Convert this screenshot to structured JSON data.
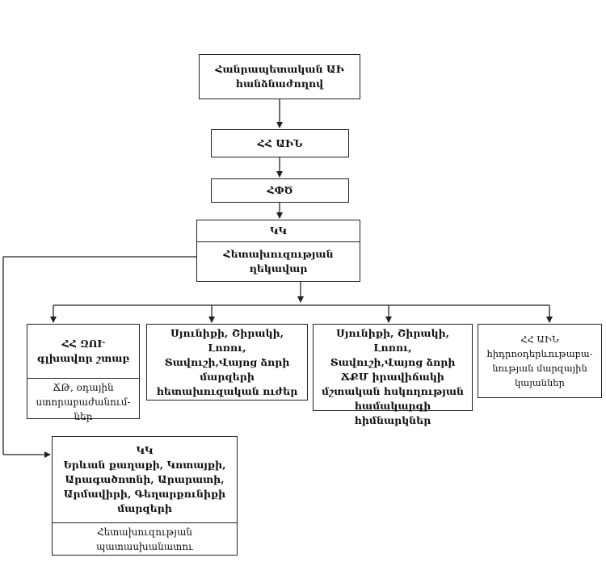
{
  "nodes": {
    "top": "Հանրապետական ԱԻ\nհանձնաժողով",
    "hh_ain": "ՀՀ ԱԻՆ",
    "hpt": "ՀՓԾ",
    "kk_header": "ԿԿ",
    "kk_leader": "Հետախուզության\nղեկավար",
    "hh_zui_title": "ՀՀ ԶՈՒ\nգլխավոր շտաբ",
    "hh_zui_sub": "ՃԹ, օդային\nստորաբաժանում-\nներ",
    "regions_recon": "Սյունիքի, Շիրակի, Լոռու,\nՏավուշի,Վայոց ձորի\nմարզերի\nհետախուզական ուժեր",
    "regions_seismic": "Սյունիքի, Շիրակի, Լոռու,\nՏավուշի,Վայոց ձորի\nՃՔՄ իրավիճակի\nմշտական հսկողության\nհամակարգի հիմնարկներ",
    "hh_ain_reg": "ՀՀ ԱԻՆ\nհիդրոօդերևութաբա-\nնության մարզային\nկայաններ",
    "kk2_header": "ԿԿ\nԵրևան քաղաքի, Կոտայքի,\nԱրագածոտնի, Արարատի,\nԱրմավիրի, Գեղարքունիքի\nմարզերի",
    "kk2_footer": "Հետախուզության\nպատասխանատու"
  }
}
